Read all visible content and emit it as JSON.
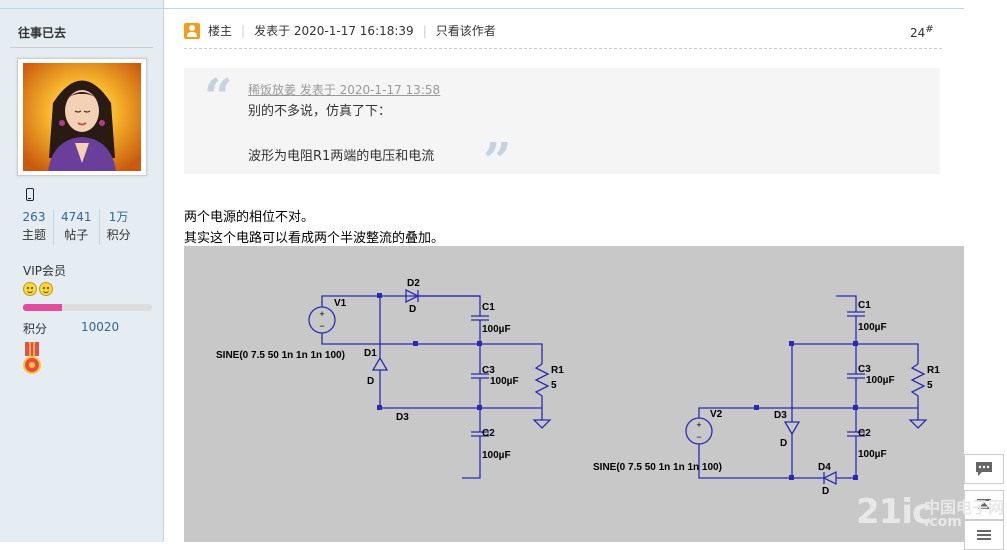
{
  "user": {
    "name": "往事已去",
    "stats": [
      {
        "value": "263",
        "label": "主题"
      },
      {
        "value": "4741",
        "label": "帖子"
      },
      {
        "value": "1万",
        "label": "积分"
      }
    ],
    "group": "VIP会员",
    "level_progress_percent": 30,
    "score_label": "积分",
    "score_value": "10020"
  },
  "post": {
    "op_label": "楼主",
    "posted_at": "发表于 2020-1-17 16:18:39",
    "only_author": "只看该作者",
    "floor_number": "24",
    "floor_mark": "#",
    "quote": {
      "author_line": "稀饭放姜 发表于 2020-1-17 13:58",
      "line1": "别的不多说，仿真了下：",
      "line2": "波形为电阻R1两端的电压和电流"
    },
    "body_line1": "两个电源的相位不对。",
    "body_line2": "其实这个电路可以看成两个半波整流的叠加。"
  },
  "circuit": {
    "left": {
      "source_name": "V1",
      "source_expr": "SINE(0 7.5 50 1n 1n 1n 100)",
      "diodes": [
        {
          "name": "D2",
          "model": "D"
        },
        {
          "name": "D1",
          "model": "D"
        },
        {
          "name": "D3",
          "model": ""
        }
      ],
      "capacitors": [
        {
          "name": "C1",
          "value": "100µF"
        },
        {
          "name": "C3",
          "value": "100µF"
        },
        {
          "name": "C2",
          "value": "100µF"
        }
      ],
      "resistor": {
        "name": "R1",
        "value": "5"
      }
    },
    "right": {
      "source_name": "V2",
      "source_expr": "SINE(0 7.5 50 1n 1n 1n 100)",
      "diodes": [
        {
          "name": "D3",
          "model": "D"
        },
        {
          "name": "D4",
          "model": "D"
        }
      ],
      "capacitors": [
        {
          "name": "C1",
          "value": "100µF"
        },
        {
          "name": "C3",
          "value": "100µF"
        },
        {
          "name": "C2",
          "value": "100µF"
        }
      ],
      "resistor": {
        "name": "R1",
        "value": "5"
      }
    },
    "circuit_color": "#2b2bb0"
  },
  "watermark": {
    "main": "21ic",
    "cn": "中国电子网",
    "domain": ".com"
  },
  "colors": {
    "sidebar_bg": "#e5edf2",
    "link": "#336699",
    "progress": "#e14d9a"
  }
}
